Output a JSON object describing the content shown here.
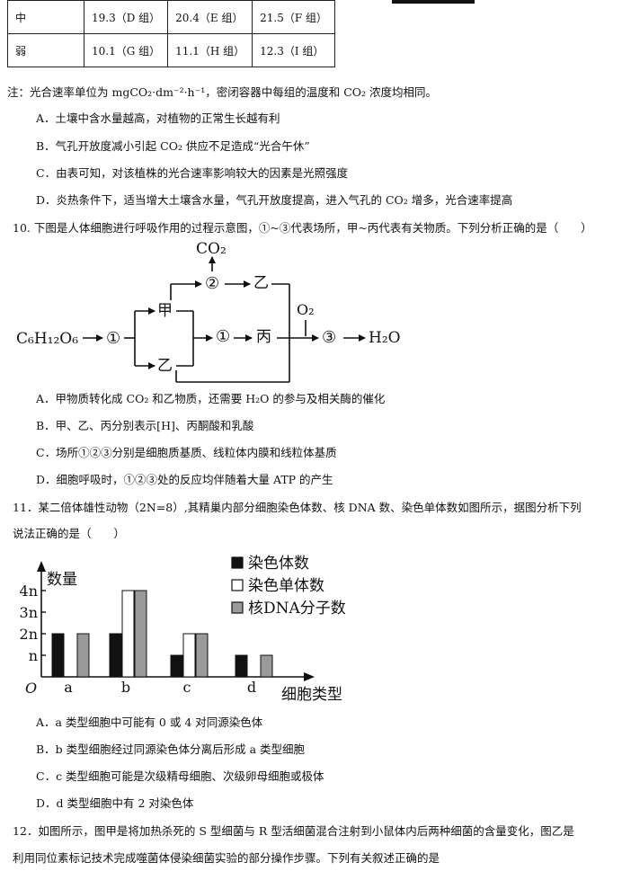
{
  "table": {
    "rows": [
      {
        "label": "中",
        "cells": [
          "19.3（D 组）",
          "20.4（E 组）",
          "21.5（F 组）"
        ]
      },
      {
        "label": "弱",
        "cells": [
          "10.1（G 组）",
          "11.1（H 组）",
          "12.3（I 组）"
        ]
      }
    ]
  },
  "q9": {
    "note": "注：光合速率单位为 mgCO₂·dm⁻²·h⁻¹，密闭容器中每组的温度和 CO₂ 浓度均相同。",
    "options": [
      "A．土壤中含水量越高，对植物的正常生长越有利",
      "B．气孔开放度减小引起 CO₂ 供应不足造成“光合午休”",
      "C．由表可知，对该植株的光合速率影响较大的因素是光照强度",
      "D．炎热条件下，适当增大土壤含水量，气孔开放度提高，进入气孔的 CO₂ 增多，光合速率提高"
    ]
  },
  "q10": {
    "stem": "10. 下图是人体细胞进行呼吸作用的过程示意图，①~③代表场所，甲~丙代表有关物质。下列分析正确的是（　　）",
    "diagram": {
      "glucose": "C₆H₁₂O₆",
      "co2": "CO₂",
      "o2": "O₂",
      "h2o": "H₂O",
      "site1": "①",
      "site2": "②",
      "site3": "③",
      "jia": "甲",
      "yi_top": "乙",
      "bing": "丙",
      "yi_bottom": "乙"
    },
    "options": [
      "A．甲物质转化成 CO₂ 和乙物质，还需要 H₂O 的参与及相关酶的催化",
      "B．甲、乙、丙分别表示[H]、丙酮酸和乳酸",
      "C．场所①②③分别是细胞质基质、线粒体内膜和线粒体基质",
      "D．细胞呼吸时，①②③处的反应均伴随着大量 ATP 的产生"
    ]
  },
  "q11": {
    "stem_line1": "11．某二倍体雄性动物（2N=8）,其精巢内部分细胞染色体数、核 DNA 数、染色单体数如图所示，据图分析下列",
    "stem_line2": "说法正确的是（　　）",
    "options": [
      "A．a 类型细胞中可能有 0 或 4 对同源染色体",
      "B．b 类型细胞经过同源染色体分离后形成 a 类型细胞",
      "C．c 类型细胞可能是次级精母细胞、次级卵母细胞或极体",
      "D．d 类型细胞中有 2 对染色体"
    ]
  },
  "q12": {
    "line1": "12．如图所示，图甲是将加热杀死的 S 型细菌与 R 型活细菌混合注射到小鼠体内后两种细菌的含量变化，图乙是",
    "line2": "利用同位素标记技术完成噬菌体侵染细菌实验的部分操作步骤。下列有关叙述正确的是"
  },
  "chart_data": {
    "type": "bar",
    "ylabel": "数量",
    "xlabel": "细胞类型",
    "origin_label": "O",
    "categories": [
      "a",
      "b",
      "c",
      "d"
    ],
    "yticks": [
      {
        "label": "n",
        "value": 1
      },
      {
        "label": "2n",
        "value": 2
      },
      {
        "label": "3n",
        "value": 3
      },
      {
        "label": "4n",
        "value": 4
      }
    ],
    "series": [
      {
        "name": "染色体数",
        "color": "#111111",
        "values": [
          2,
          2,
          1,
          1
        ]
      },
      {
        "name": "染色单体数",
        "color": "#ffffff",
        "values": [
          0,
          4,
          2,
          0
        ]
      },
      {
        "name": "核DNA分子数",
        "color": "#9a9a9a",
        "values": [
          2,
          4,
          2,
          1
        ]
      }
    ],
    "legend_position": "top-right",
    "grid": false
  }
}
